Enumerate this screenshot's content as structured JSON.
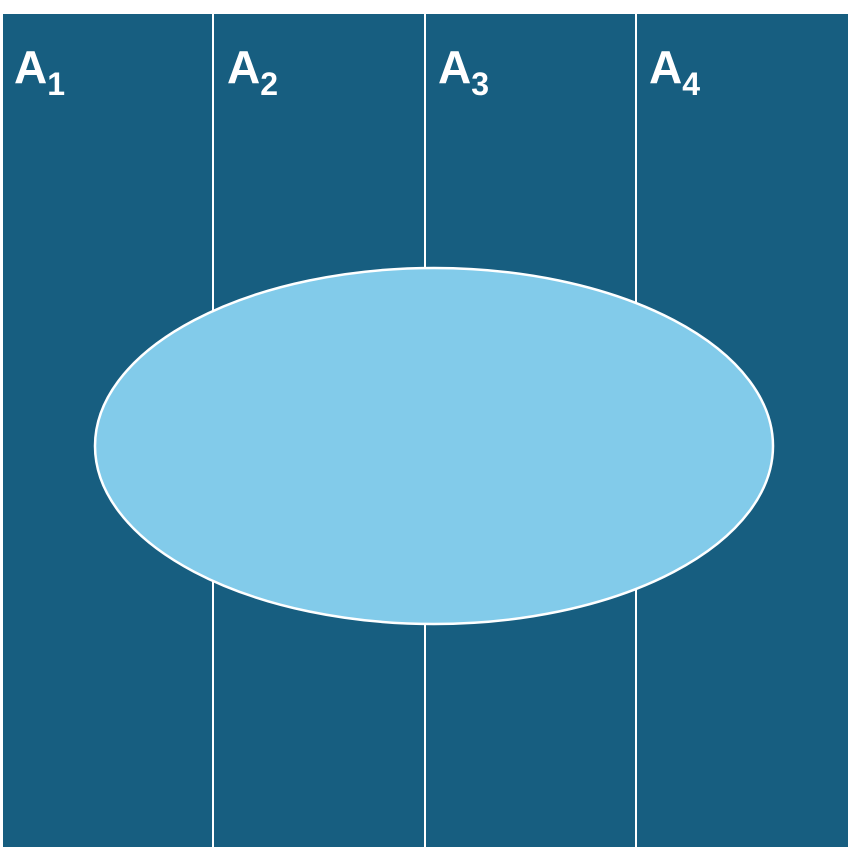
{
  "colors": {
    "background": "#ffffff",
    "partition_fill": "#175e80",
    "partition_divider": "#ffffff",
    "event_fill": "#82cbea",
    "event_stroke": "#ffffff",
    "label_color": "#ffffff"
  },
  "partitions": [
    {
      "letter": "A",
      "subscript": "1"
    },
    {
      "letter": "A",
      "subscript": "2"
    },
    {
      "letter": "A",
      "subscript": "3"
    },
    {
      "letter": "A",
      "subscript": "4"
    }
  ]
}
